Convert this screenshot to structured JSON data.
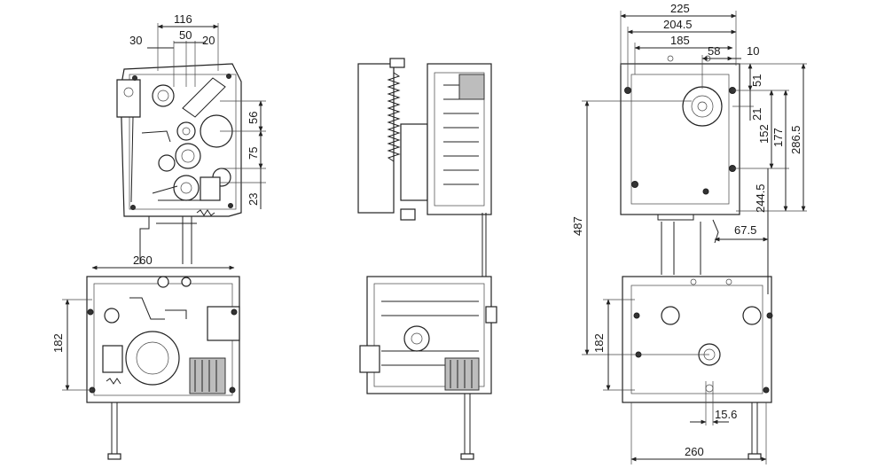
{
  "colors": {
    "line": "#222222",
    "background": "#ffffff",
    "fill_grey": "#bdbdbd",
    "fill_dark": "#333333"
  },
  "dimensions": {
    "left": {
      "w116": "116",
      "w30": "30",
      "w50": "50",
      "w20": "20",
      "h56": "56",
      "h75": "75",
      "h23": "23",
      "w260": "260",
      "h182": "182"
    },
    "right": {
      "w225": "225",
      "w204_5": "204.5",
      "w185": "185",
      "w58": "58",
      "w10": "10",
      "h51": "51",
      "h21": "21",
      "h152": "152",
      "h177": "177",
      "h286_5": "286.5",
      "h244_5": "244.5",
      "w67_5": "67.5",
      "h487": "487",
      "h182": "182",
      "w15_6": "15.6",
      "w260": "260"
    }
  }
}
